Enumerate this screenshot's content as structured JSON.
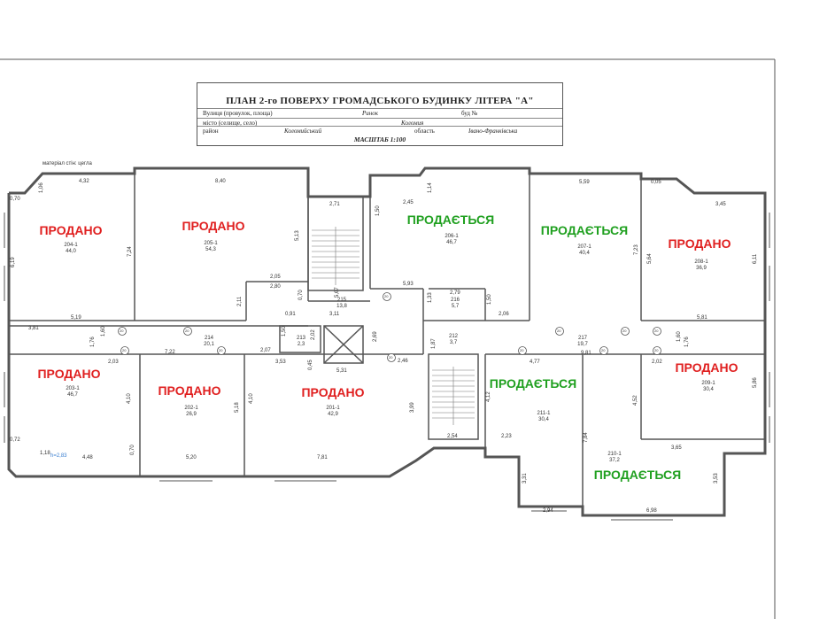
{
  "title_block": {
    "title": "ПЛАН 2-го ПОВЕРХУ ГРОМАДСЬКОГО БУДИНКУ ЛІТЕРА \"А\"",
    "street_label": "Вулиця (провулок, площа)",
    "street_value": "Ринок",
    "house_label": "буд №",
    "city_label": "місто (селище, село)",
    "city_value": "Коломия",
    "district_label": "район",
    "district_value": "Коломийський",
    "region_label": "область",
    "region_value": "Івано-Франківська",
    "scale": "МАСШТАБ  1:100"
  },
  "notes": {
    "material": "матеріал стін: цегла",
    "height": "h=2,83"
  },
  "colors": {
    "sold": "#e02020",
    "for_sale": "#20a020",
    "walls": "#555555"
  },
  "rooms": [
    {
      "number": "204-1",
      "area": "44,0",
      "status": "ПРОДАНО"
    },
    {
      "number": "205-1",
      "area": "54,3",
      "status": "ПРОДАНО"
    },
    {
      "number": "206-1",
      "area": "46,7",
      "status": "ПРОДАЄТЬСЯ"
    },
    {
      "number": "207-1",
      "area": "40,4",
      "status": "ПРОДАЄТЬСЯ"
    },
    {
      "number": "208-1",
      "area": "36,9",
      "status": "ПРОДАНО"
    },
    {
      "number": "203-1",
      "area": "46,7",
      "status": "ПРОДАНО"
    },
    {
      "number": "202-1",
      "area": "26,9",
      "status": "ПРОДАНО"
    },
    {
      "number": "201-1",
      "area": "42,9",
      "status": "ПРОДАНО"
    },
    {
      "number": "211-1",
      "area": "30,4",
      "status": "ПРОДАЄТЬСЯ"
    },
    {
      "number": "209-1",
      "area": "30,4",
      "status": "ПРОДАНО"
    },
    {
      "number": "210-1",
      "area": "37,2",
      "status": "ПРОДАЄТЬСЯ"
    }
  ],
  "common_areas": [
    {
      "number": "215",
      "area": "13,8"
    },
    {
      "number": "216",
      "area": "5,7"
    },
    {
      "number": "214",
      "area": "20,1"
    },
    {
      "number": "213",
      "area": "2,3"
    },
    {
      "number": "212",
      "area": "3,7"
    },
    {
      "number": "217",
      "area": "19,7"
    }
  ],
  "dimensions": [
    "4,32",
    "8,40",
    "2,71",
    "2,45",
    "1,14",
    "5,59",
    "0,05",
    "3,45",
    "0,70",
    "1,06",
    "6,19",
    "7,24",
    "5,13",
    "1,50",
    "0,70",
    "7,23",
    "5,64",
    "6,11",
    "2,05",
    "2,80",
    "2,11",
    "5,67",
    "5,93",
    "2,79",
    "1,33",
    "1,50",
    "2,06",
    "5,81",
    "5,19",
    "3,11",
    "0,91",
    "3,81",
    "1,60",
    "1,76",
    "7,22",
    "2,07",
    "1,50",
    "2,02",
    "2,69",
    "3,65",
    "9,81",
    "2,03",
    "3,53",
    "0,45",
    "5,31",
    "2,46",
    "4,77",
    "2,02",
    "4,10",
    "5,18",
    "4,10",
    "3,99",
    "4,12",
    "4,52",
    "5,86",
    "0,72",
    "1,18",
    "4,48",
    "0,70",
    "5,20",
    "7,81",
    "2,54",
    "2,23",
    "7,84",
    "3,65",
    "3,31",
    "3,53",
    "2,94",
    "6,98",
    "1,60",
    "1,76",
    "1,50",
    "2,02",
    "1,87"
  ],
  "markers": [
    "20",
    "20",
    "20",
    "20",
    "20",
    "20",
    "20",
    "20",
    "20",
    "20",
    "20",
    "20"
  ]
}
